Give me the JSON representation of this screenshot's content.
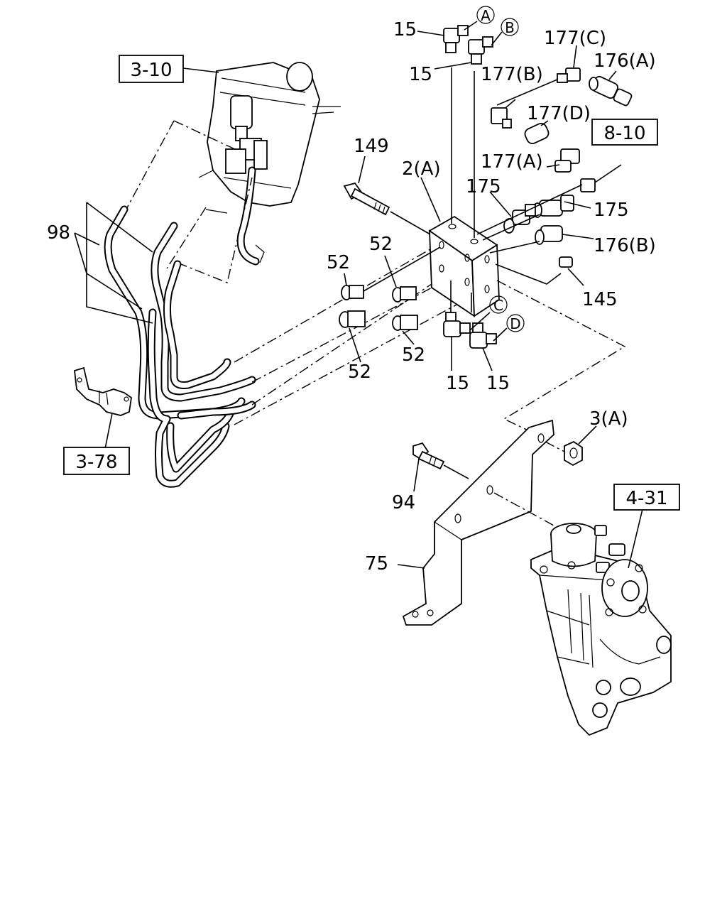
{
  "ref_boxes": {
    "r_3_10": "3-10",
    "r_3_78": "3-78",
    "r_8_10": "8-10",
    "r_4_31": "4-31"
  },
  "callouts": {
    "c_15_a": "15",
    "c_15_b": "15",
    "c_15_c": "15",
    "c_15_d": "15",
    "c_177c": "177(C)",
    "c_176a": "176(A)",
    "c_177b": "177(B)",
    "c_177d": "177(D)",
    "c_177a": "177(A)",
    "c_149": "149",
    "c_2a": "2(A)",
    "c_175a": "175",
    "c_175b": "175",
    "c_176b": "176(B)",
    "c_145": "145",
    "c_98": "98",
    "c_52a": "52",
    "c_52b": "52",
    "c_52c": "52",
    "c_52d": "52",
    "c_3a": "3(A)",
    "c_94": "94",
    "c_75": "75"
  },
  "circle_letters": {
    "ca": "A",
    "cb": "B",
    "cc": "C",
    "cd": "D"
  },
  "icons": [
    "master-cylinder-drawing",
    "valve-block-drawing",
    "steering-gear-drawing",
    "bracket-drawing",
    "pipe-bundle-drawing",
    "clip-drawing"
  ]
}
